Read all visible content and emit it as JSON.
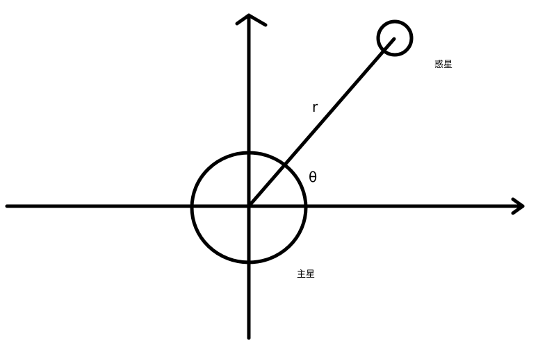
{
  "diagram": {
    "labels": {
      "radius": "r",
      "angle": "θ",
      "planet": "惑星",
      "star": "主星"
    },
    "stroke_color": "#000000",
    "background_color": "#ffffff"
  }
}
